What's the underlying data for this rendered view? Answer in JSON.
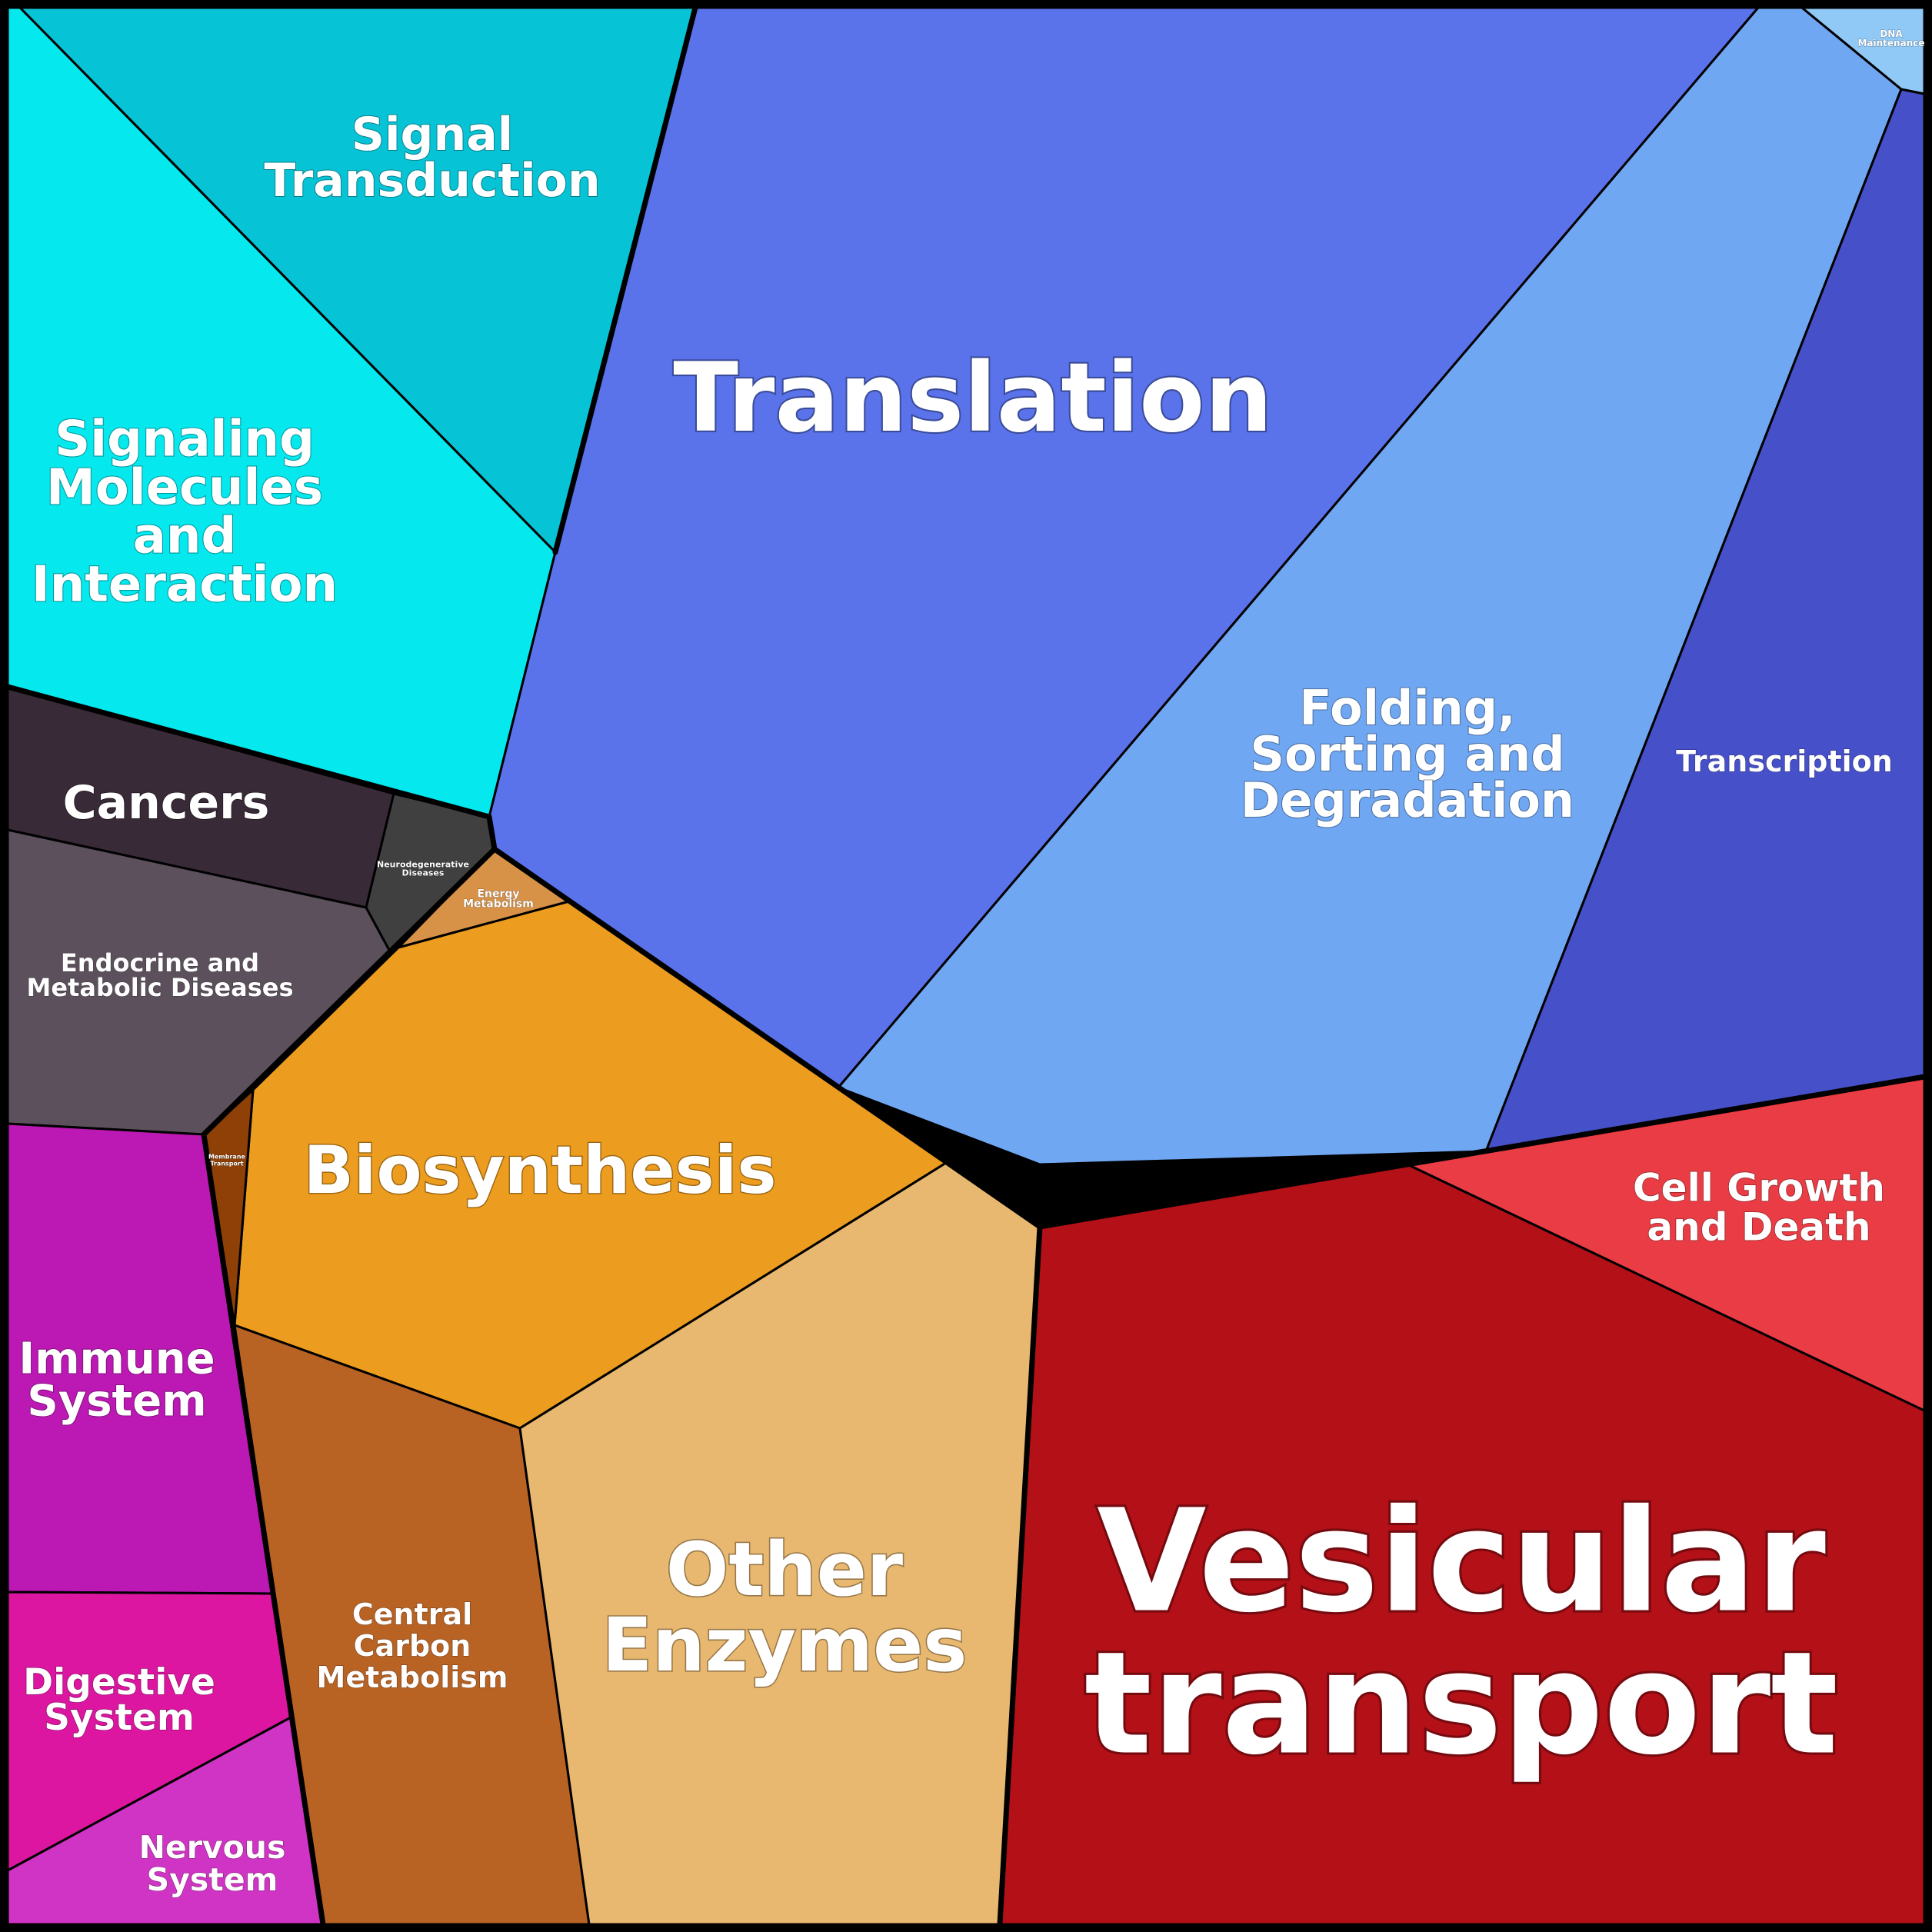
{
  "treemap": {
    "cells": [
      {
        "id": "signal-transduction",
        "label": "Signal Transduction",
        "lines": [
          "Signal",
          "Transduction"
        ],
        "color": "#06C4D6"
      },
      {
        "id": "signaling-molecules",
        "label": "Signaling Molecules and Interaction",
        "lines": [
          "Signaling",
          "Molecules",
          "and",
          "Interaction"
        ],
        "color": "#04E8EE"
      },
      {
        "id": "translation",
        "label": "Translation",
        "lines": [
          "Translation"
        ],
        "color": "#5A73EA"
      },
      {
        "id": "folding-sorting",
        "label": "Folding, Sorting and Degradation",
        "lines": [
          "Folding,",
          "Sorting and",
          "Degradation"
        ],
        "color": "#70A7F2"
      },
      {
        "id": "transcription",
        "label": "Transcription",
        "lines": [
          "Transcription"
        ],
        "color": "#4650C8"
      },
      {
        "id": "dna-maintenance",
        "label": "DNA Maintenance",
        "lines": [
          "DNA",
          "Maintenance"
        ],
        "color": "#90C8F6"
      },
      {
        "id": "cancers",
        "label": "Cancers",
        "lines": [
          "Cancers"
        ],
        "color": "#392A38"
      },
      {
        "id": "neurodegenerative",
        "label": "Neurodegenerative Diseases",
        "lines": [
          "Neurodegenerative",
          "Diseases"
        ],
        "color": "#404040"
      },
      {
        "id": "endocrine",
        "label": "Endocrine and Metabolic Diseases",
        "lines": [
          "Endocrine and",
          "Metabolic Diseases"
        ],
        "color": "#5B505C"
      },
      {
        "id": "energy-metabolism",
        "label": "Energy Metabolism",
        "lines": [
          "Energy",
          "Metabolism"
        ],
        "color": "#D89248"
      },
      {
        "id": "biosynthesis",
        "label": "Biosynthesis",
        "lines": [
          "Biosynthesis"
        ],
        "color": "#EC9C1E"
      },
      {
        "id": "membrane-transport",
        "label": "Membrane Transport",
        "lines": [
          "Membrane",
          "Transport"
        ],
        "color": "#8E4006"
      },
      {
        "id": "central-carbon",
        "label": "Central Carbon Metabolism",
        "lines": [
          "Central",
          "Carbon",
          "Metabolism"
        ],
        "color": "#B86224"
      },
      {
        "id": "other-enzymes",
        "label": "Other Enzymes",
        "lines": [
          "Other",
          "Enzymes"
        ],
        "color": "#E8B870"
      },
      {
        "id": "vesicular-transport",
        "label": "Vesicular transport",
        "lines": [
          "Vesicular",
          "transport"
        ],
        "color": "#B41018"
      },
      {
        "id": "cell-growth",
        "label": "Cell Growth and Death",
        "lines": [
          "Cell Growth",
          "and Death"
        ],
        "color": "#EA3C44"
      },
      {
        "id": "immune-system",
        "label": "Immune System",
        "lines": [
          "Immune",
          "System"
        ],
        "color": "#BC18B4"
      },
      {
        "id": "digestive-system",
        "label": "Digestive System",
        "lines": [
          "Digestive",
          "System"
        ],
        "color": "#DC16A0"
      },
      {
        "id": "nervous-system",
        "label": "Nervous System",
        "lines": [
          "Nervous",
          "System"
        ],
        "color": "#D034C4"
      }
    ]
  }
}
